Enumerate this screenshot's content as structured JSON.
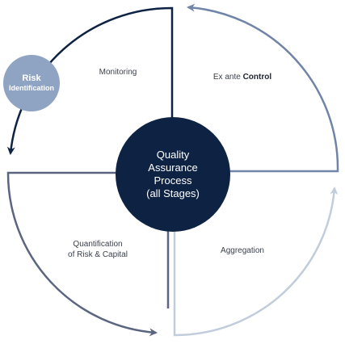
{
  "center": {
    "lines": [
      "Quality",
      "Assurance",
      "Process",
      "(all Stages)"
    ]
  },
  "risk_badge": {
    "line1": "Risk",
    "line2": "Identification"
  },
  "quadrants": {
    "monitoring": "Monitoring",
    "exante_prefix": "Ex ante ",
    "exante_bold": "Control",
    "aggregation": "Aggregation",
    "quantification_line1": "Quantification",
    "quantification_line2": "of Risk & Capital"
  },
  "colors": {
    "dark_navy": "#0e2344",
    "steel_blue": "#6f84a6",
    "light_blue": "#c2cddc",
    "slate": "#5b6580",
    "badge": "#8fa3c3"
  }
}
